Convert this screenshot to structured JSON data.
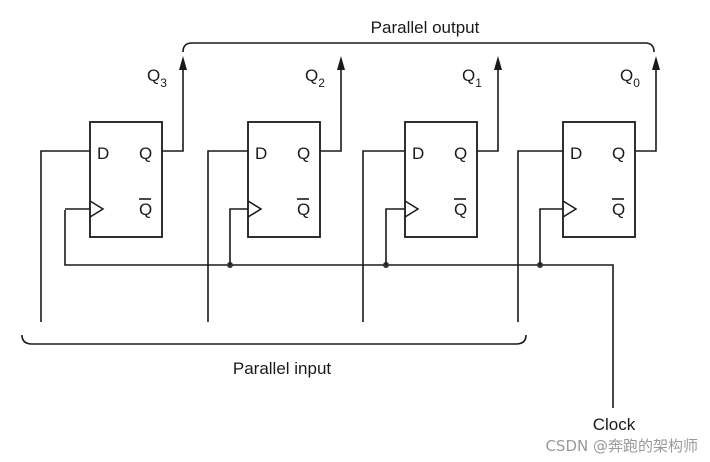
{
  "labels": {
    "parallel_output": "Parallel output",
    "parallel_input": "Parallel input",
    "clock": "Clock"
  },
  "pins": {
    "d": "D",
    "q": "Q",
    "qbar": "Q"
  },
  "outputs": [
    {
      "letter": "Q",
      "sub": "3"
    },
    {
      "letter": "Q",
      "sub": "2"
    },
    {
      "letter": "Q",
      "sub": "1"
    },
    {
      "letter": "Q",
      "sub": "0"
    }
  ],
  "watermark": "CSDN @奔跑的架构师"
}
